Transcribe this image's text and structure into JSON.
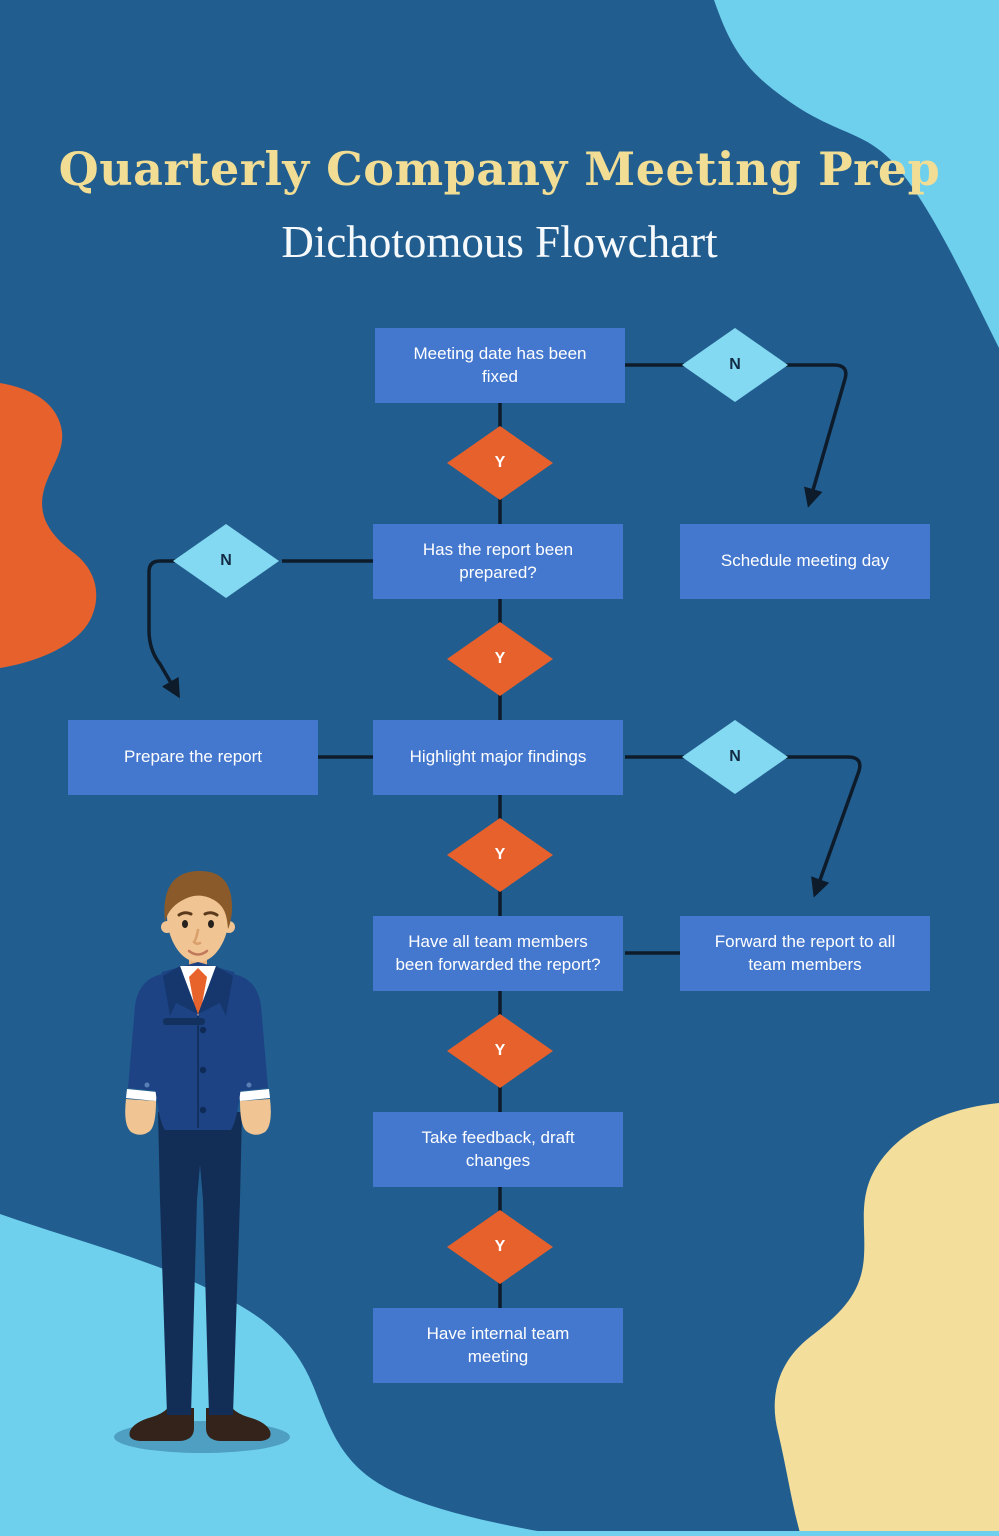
{
  "page": {
    "title": "Quarterly Company Meeting Prep",
    "subtitle": "Dichotomous Flowchart"
  },
  "flowchart": {
    "boxes": [
      {
        "id": "meeting-date-fixed",
        "label": "Meeting date has been fixed"
      },
      {
        "id": "report-prepared",
        "label": "Has the report been prepared?"
      },
      {
        "id": "schedule-meeting-day",
        "label": "Schedule meeting day"
      },
      {
        "id": "prepare-the-report",
        "label": "Prepare the report"
      },
      {
        "id": "highlight-major-findings",
        "label": "Highlight major findings"
      },
      {
        "id": "team-members-forwarded",
        "label": "Have all team members been forwarded the report?"
      },
      {
        "id": "forward-report",
        "label": "Forward the report to all team members"
      },
      {
        "id": "take-feedback",
        "label": "Take feedback, draft changes"
      },
      {
        "id": "internal-team-meeting",
        "label": "Have internal team meeting"
      }
    ],
    "decisions": [
      {
        "id": "no-1",
        "label": "N"
      },
      {
        "id": "yes-1",
        "label": "Y"
      },
      {
        "id": "no-2",
        "label": "N"
      },
      {
        "id": "yes-2",
        "label": "Y"
      },
      {
        "id": "no-3",
        "label": "N"
      },
      {
        "id": "yes-3",
        "label": "Y"
      },
      {
        "id": "yes-4",
        "label": "Y"
      },
      {
        "id": "yes-5",
        "label": "Y"
      }
    ]
  },
  "colors": {
    "background": "#215E8F",
    "process_box": "#4478CE",
    "decision_no": "#84D9F2",
    "decision_no_text": "#132C45",
    "decision_yes": "#E7612C",
    "connector_line": "#0D1B2B",
    "title_text": "#F2DD94",
    "subtitle_text": "#F7FAFC",
    "blob_cyan": "#6FD0EE",
    "blob_orange": "#E7612C",
    "blob_cream": "#F4DE9B"
  }
}
